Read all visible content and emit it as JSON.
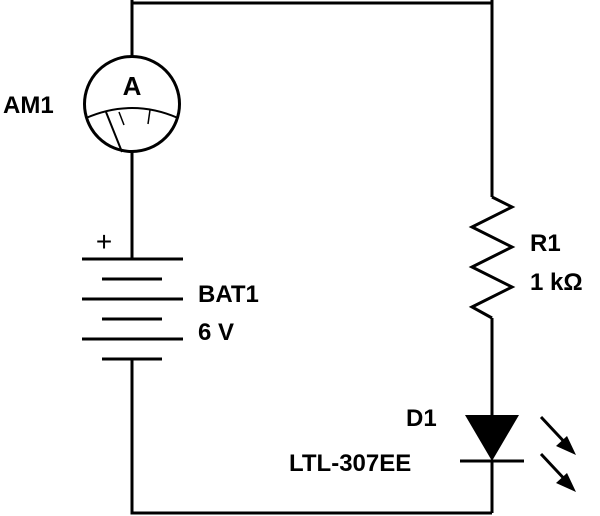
{
  "ammeter": {
    "ref": "AM1",
    "symbol_letter": "A"
  },
  "battery": {
    "ref": "BAT1",
    "value": "6 V",
    "polarity_mark": "+"
  },
  "resistor": {
    "ref": "R1",
    "value": "1 kΩ"
  },
  "diode": {
    "ref": "D1",
    "part_number": "LTL-307EE",
    "emission_icon": "light-emission-arrows-icon"
  },
  "colors": {
    "background": "#ffffff",
    "ink": "#000000"
  }
}
